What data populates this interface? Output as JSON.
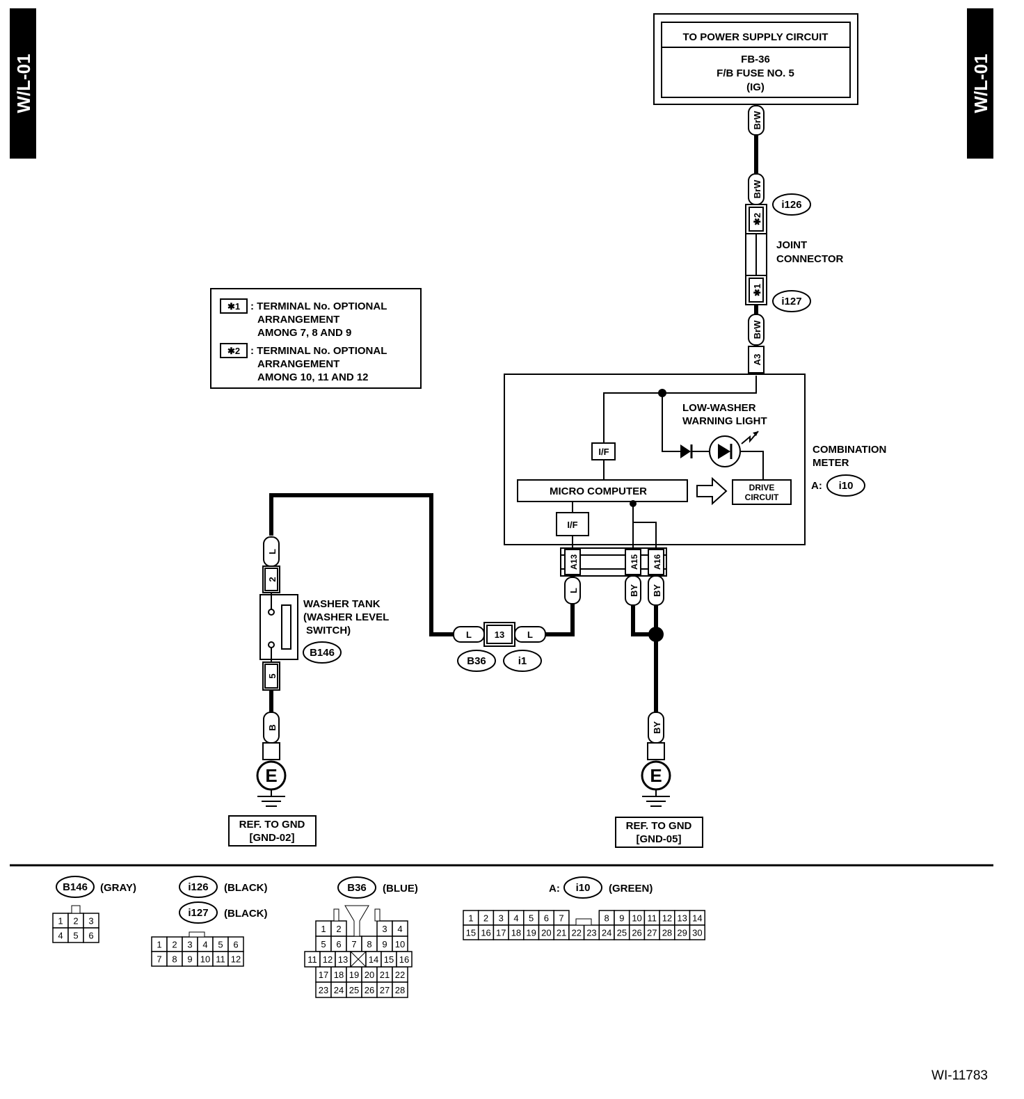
{
  "side_tab": "W/L-01",
  "figure_id": "WI-11783",
  "power": {
    "title": "TO POWER SUPPLY CIRCUIT",
    "line1": "FB-36",
    "line2": "F/B FUSE NO. 5",
    "line3": "(IG)"
  },
  "wires": {
    "brw": "BrW",
    "l": "L",
    "b": "B",
    "by": "BY"
  },
  "terminals": {
    "star2": "✱2",
    "star1": "✱1",
    "a3": "A3",
    "a13": "A13",
    "a15": "A15",
    "a16": "A16",
    "t2": "2",
    "t5": "5",
    "t13": "13"
  },
  "connectors": {
    "i126": "i126",
    "i127": "i127",
    "i10": "i10",
    "b146": "B146",
    "b36": "B36",
    "i1": "i1"
  },
  "joint": {
    "line1": "JOINT",
    "line2": "CONNECTOR"
  },
  "note": {
    "k1": "✱1",
    "l1a": ": TERMINAL No. OPTIONAL",
    "l1b": "ARRANGEMENT",
    "l1c": "AMONG 7, 8 AND 9",
    "k2": "✱2",
    "l2a": ": TERMINAL No. OPTIONAL",
    "l2b": "ARRANGEMENT",
    "l2c": "AMONG 10, 11 AND 12"
  },
  "meter": {
    "warn1": "LOW-WASHER",
    "warn2": "WARNING LIGHT",
    "if": "I/F",
    "micro": "MICRO COMPUTER",
    "drive1": "DRIVE",
    "drive2": "CIRCUIT",
    "name1": "COMBINATION",
    "name2": "METER",
    "a_prefix": "A:"
  },
  "washer": {
    "l1": "WASHER TANK",
    "l2": "(WASHER LEVEL",
    "l3": "SWITCH)"
  },
  "ground": {
    "e": "E",
    "ref": "REF. TO GND",
    "g1": "[GND-02]",
    "g2": "[GND-05]"
  },
  "legend": {
    "b146_color": "(GRAY)",
    "i126_color": "(BLACK)",
    "i127_color": "(BLACK)",
    "b36_color": "(BLUE)",
    "i10_prefix": "A:",
    "i10_color": "(GREEN)",
    "b146_rows": [
      [
        "1",
        "2",
        "3"
      ],
      [
        "4",
        "5",
        "6"
      ]
    ],
    "i126_rows": [
      [
        "1",
        "2",
        "3",
        "4",
        "5",
        "6"
      ],
      [
        "7",
        "8",
        "9",
        "10",
        "11",
        "12"
      ]
    ],
    "b36_rows": [
      [
        "1",
        "2",
        "",
        "",
        "3",
        "4"
      ],
      [
        "5",
        "6",
        "7",
        "8",
        "9",
        "10"
      ],
      [
        "11",
        "12",
        "13",
        "",
        "14",
        "15",
        "16"
      ],
      [
        "17",
        "18",
        "19",
        "20",
        "21",
        "22"
      ],
      [
        "23",
        "24",
        "25",
        "26",
        "27",
        "28"
      ]
    ],
    "i10_row1": [
      "1",
      "2",
      "3",
      "4",
      "5",
      "6",
      "7",
      "",
      "8",
      "9",
      "10",
      "11",
      "12",
      "13",
      "14"
    ],
    "i10_row2": [
      "15",
      "16",
      "17",
      "18",
      "19",
      "20",
      "21",
      "22",
      "23",
      "24",
      "25",
      "26",
      "27",
      "28",
      "29",
      "30"
    ]
  }
}
